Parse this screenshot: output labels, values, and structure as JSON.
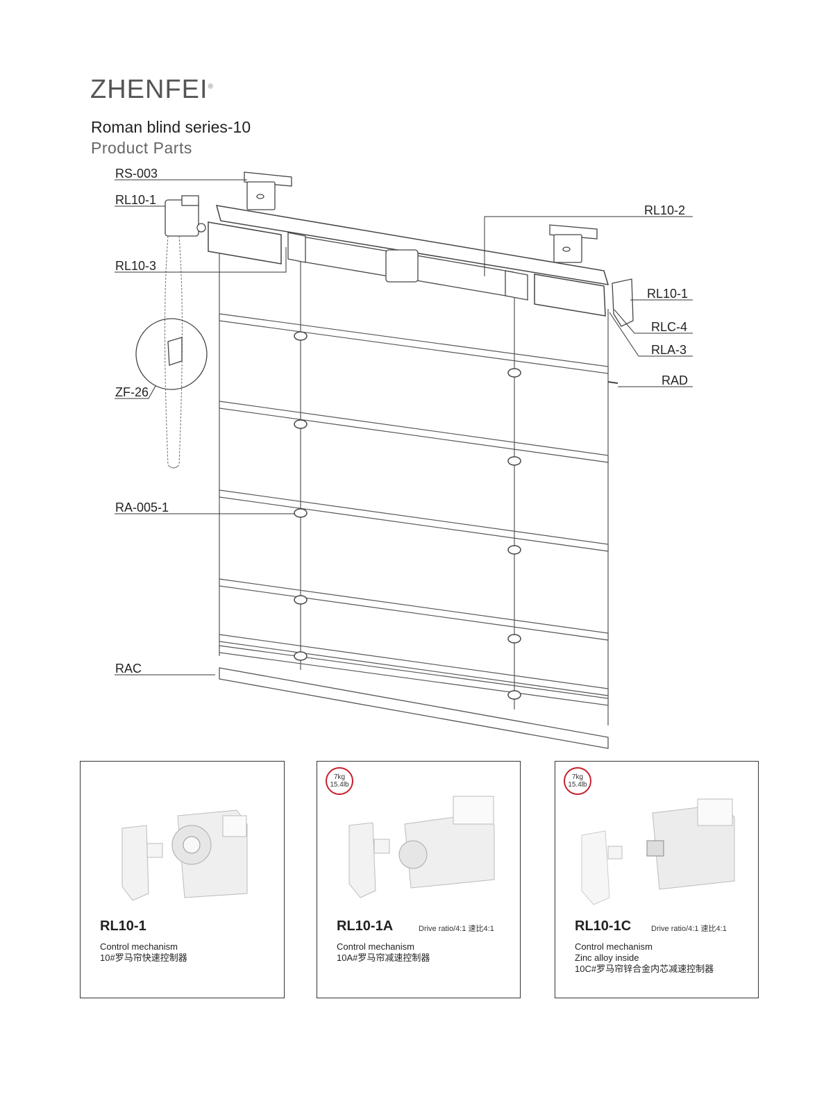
{
  "brand": {
    "name": "ZHENFEI",
    "mark": "®"
  },
  "title": "Roman blind series-10",
  "subtitle": "Product Parts",
  "labels": {
    "rs003": "RS-003",
    "rl10_1_left": "RL10-1",
    "rl10_3": "RL10-3",
    "zf26": "ZF-26",
    "ra005": "RA-005-1",
    "rac": "RAC",
    "rl10_2": "RL10-2",
    "rl10_1_right": "RL10-1",
    "rlc4": "RLC-4",
    "rla3": "RLA-3",
    "rad": "RAD"
  },
  "cards": [
    {
      "code": "RL10-1",
      "ratio": "",
      "badge_kg": "",
      "badge_lb": "",
      "desc": "Control mechanism\n10#罗马帘快速控制器"
    },
    {
      "code": "RL10-1A",
      "ratio": "Drive ratio/4:1 速比4:1",
      "badge_kg": "7kg",
      "badge_lb": "15.4lb",
      "desc": "Control mechanism\n10A#罗马帘减速控制器"
    },
    {
      "code": "RL10-1C",
      "ratio": "Drive ratio/4:1 速比4:1",
      "badge_kg": "7kg",
      "badge_lb": "15.4lb",
      "desc": "Control mechanism\nZinc alloy inside\n10C#罗马帘锌合金内芯减速控制器"
    }
  ]
}
